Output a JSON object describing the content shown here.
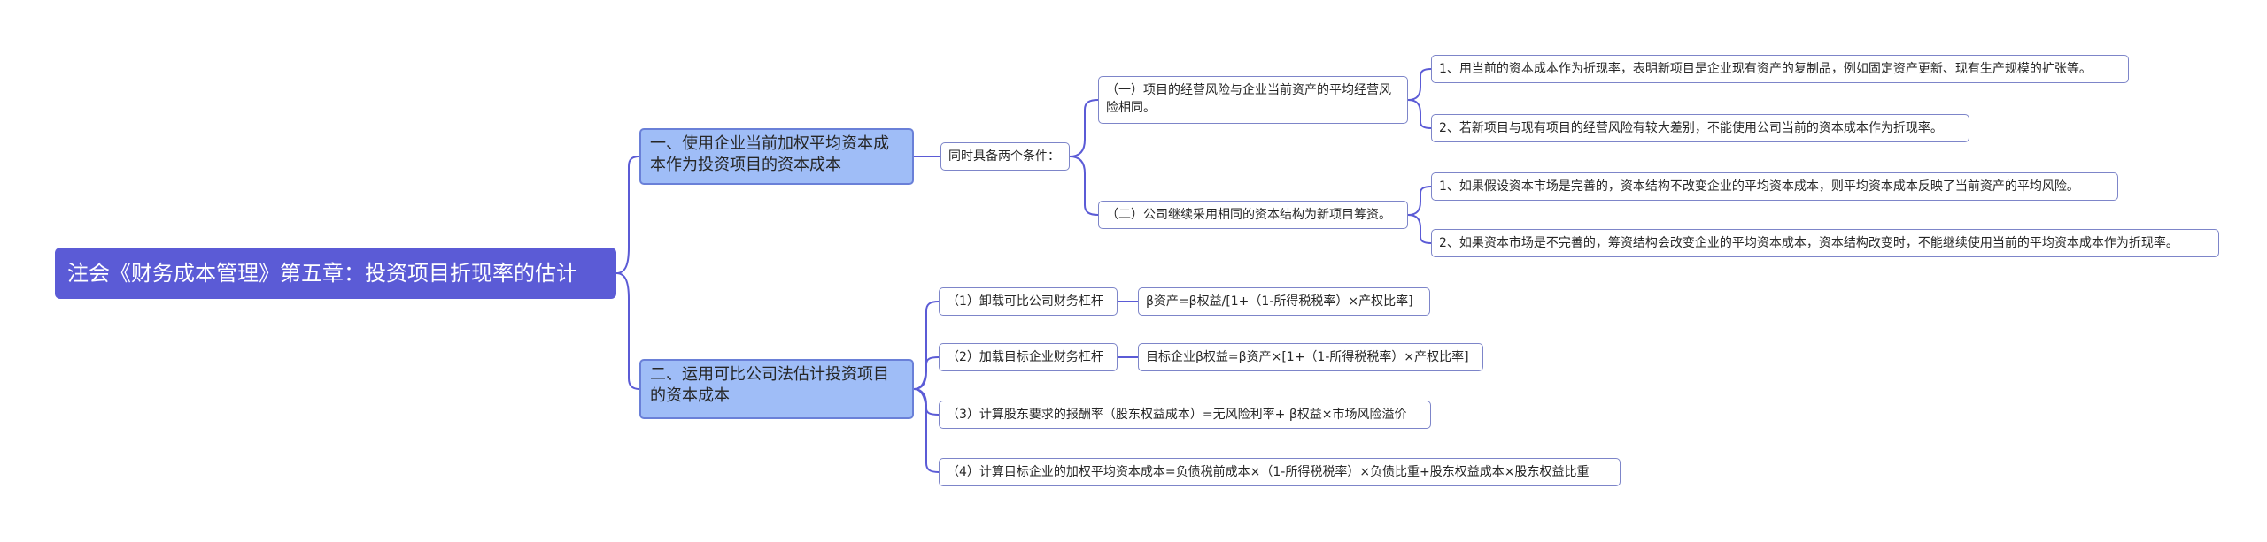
{
  "root": {
    "title": "注会《财务成本管理》第五章：投资项目折现率的估计"
  },
  "branch1": {
    "title": "一、使用企业当前加权平均资本成本作为投资项目的资本成本",
    "condition": "同时具备两个条件：",
    "sub1": {
      "text": "（一）项目的经营风险与企业当前资产的平均经营风险相同。",
      "items": [
        "1、用当前的资本成本作为折现率，表明新项目是企业现有资产的复制品，例如固定资产更新、现有生产规模的扩张等。",
        "2、若新项目与现有项目的经营风险有较大差别，不能使用公司当前的资本成本作为折现率。"
      ]
    },
    "sub2": {
      "text": "（二）公司继续采用相同的资本结构为新项目筹资。",
      "items": [
        "1、如果假设资本市场是完善的，资本结构不改变企业的平均资本成本，则平均资本成本反映了当前资产的平均风险。",
        "2、如果资本市场是不完善的，筹资结构会改变企业的平均资本成本，资本结构改变时，不能继续使用当前的平均资本成本作为折现率。"
      ]
    }
  },
  "branch2": {
    "title": "二、运用可比公司法估计投资项目的资本成本",
    "steps": [
      {
        "label": "（1）卸载可比公司财务杠杆",
        "formula": "β资产=β权益/[1+（1-所得税税率）×产权比率]"
      },
      {
        "label": "（2）加载目标企业财务杠杆",
        "formula": "目标企业β权益=β资产×[1+（1-所得税税率）×产权比率]"
      },
      {
        "label": "（3）计算股东要求的报酬率（股东权益成本）=无风险利率+ β权益×市场风险溢价",
        "formula": ""
      },
      {
        "label": "（4）计算目标企业的加权平均资本成本=负债税前成本×（1-所得税税率）×负债比重+股东权益成本×股东权益比重",
        "formula": ""
      }
    ]
  },
  "colors": {
    "line": "#5b5bd6",
    "root": "#5b5bd6",
    "level1": "#9fbdf7",
    "border": "#7d85c9"
  }
}
